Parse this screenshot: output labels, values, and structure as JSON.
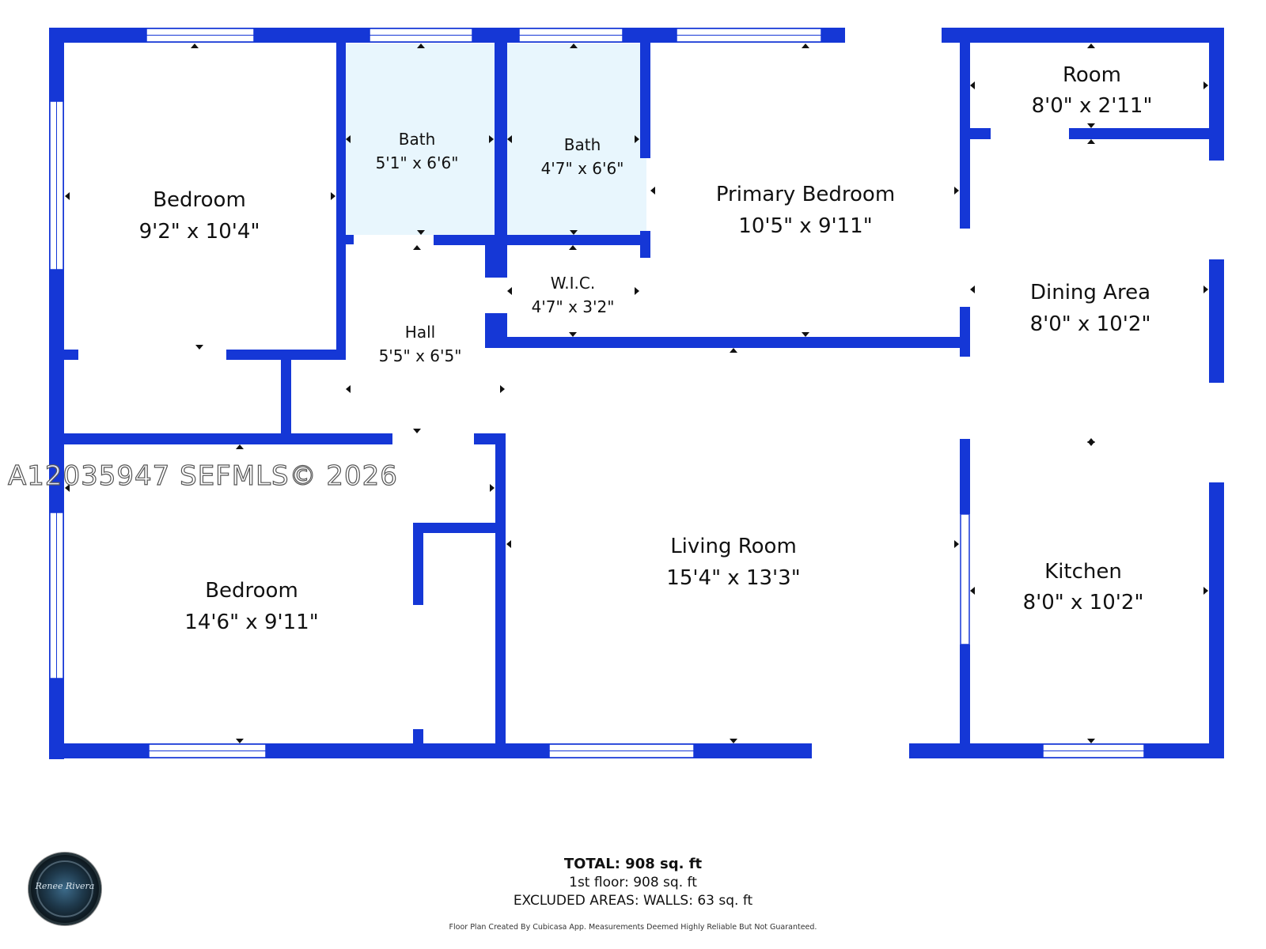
{
  "rooms": {
    "bedroom_nw": {
      "name": "Bedroom",
      "dims": "9'2\" x 10'4\""
    },
    "bath_1": {
      "name": "Bath",
      "dims": "5'1\" x 6'6\""
    },
    "bath_2": {
      "name": "Bath",
      "dims": "4'7\" x 6'6\""
    },
    "primary_bedroom": {
      "name": "Primary Bedroom",
      "dims": "10'5\" x 9'11\""
    },
    "room": {
      "name": "Room",
      "dims": "8'0\" x 2'11\""
    },
    "wic": {
      "name": "W.I.C.",
      "dims": "4'7\" x 3'2\""
    },
    "hall": {
      "name": "Hall",
      "dims": "5'5\" x 6'5\""
    },
    "dining_area": {
      "name": "Dining Area",
      "dims": "8'0\" x 10'2\""
    },
    "living_room": {
      "name": "Living Room",
      "dims": "15'4\" x 13'3\""
    },
    "bedroom_sw": {
      "name": "Bedroom",
      "dims": "14'6\" x 9'11\""
    },
    "kitchen": {
      "name": "Kitchen",
      "dims": "8'0\" x 10'2\""
    }
  },
  "watermark": "A12035947  SEFMLS© 2026",
  "totals": {
    "total": "TOTAL: 908 sq. ft",
    "first_floor": "1st floor: 908 sq. ft",
    "excluded": "EXCLUDED AREAS: WALLS: 63 sq. ft",
    "disclaimer": "Floor Plan Created By Cubicasa App. Measurements Deemed Highly Reliable But Not Guaranteed."
  },
  "logo_text": "Renee Rivera",
  "colors": {
    "wall": "#1537d6",
    "bath_fill": "#e8f6fd"
  }
}
